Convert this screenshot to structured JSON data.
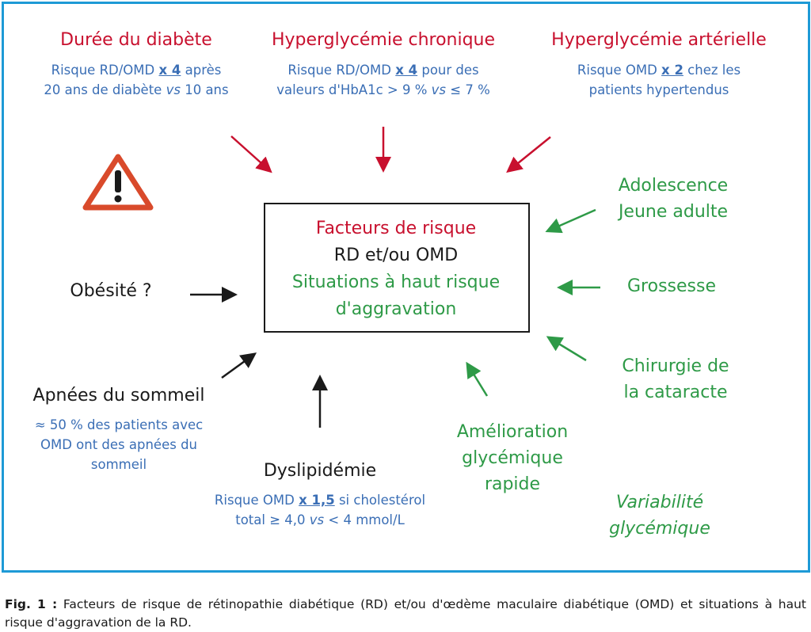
{
  "top": [
    {
      "title": "Durée du diabète",
      "lines": [
        "Risque RD/OMD ",
        "x 4",
        " après",
        "20 ans de diabète ",
        "vs",
        " 10 ans"
      ]
    },
    {
      "title": "Hyperglycémie chronique",
      "lines": [
        "Risque RD/OMD ",
        "x 4",
        " pour des",
        "valeurs d'HbA1c > 9 % ",
        "vs",
        " ≤ 7 %"
      ]
    },
    {
      "title": "Hyperglycémie artérielle",
      "lines": [
        "Risque OMD ",
        "x 2",
        " chez les",
        "patients hypertendus"
      ]
    }
  ],
  "center": {
    "line1": "Facteurs de risque",
    "line2": "RD et/ou OMD",
    "line3": "Situations à haut risque",
    "line4": "d'aggravation"
  },
  "right": {
    "adolescence": "Adolescence",
    "young_adult": "Jeune adulte",
    "pregnancy": "Grossesse",
    "cataract1": "Chirurgie de",
    "cataract2": "la cataracte",
    "variability1": "Variabilité",
    "variability2": "glycémique"
  },
  "bottom": {
    "improvement": [
      "Amélioration",
      "glycémique",
      "rapide"
    ],
    "dyslipidemia": {
      "title": "Dyslipidémie",
      "l1a": "Risque OMD ",
      "l1b": "x 1,5",
      "l1c": " si cholestérol",
      "l2a": "total ≥ 4,0 ",
      "l2b": "vs",
      "l2c": " < 4 mmol/L"
    },
    "apnea": {
      "title": "Apnées du sommeil",
      "lines": [
        "≈ 50 % des patients avec",
        "OMD ont des apnées du",
        "sommeil"
      ]
    }
  },
  "left": {
    "obesity": "Obésité ?"
  },
  "caption": {
    "label": "Fig. 1 :",
    "text": " Facteurs de risque de rétinopathie diabétique (RD) et/ou d'œdème maculaire diabétique (OMD) et situations à haut risque d'aggravation de la RD."
  },
  "colors": {
    "red": "#c8102e",
    "blue": "#3a6eb5",
    "green": "#2e9a47",
    "frame": "#1e9ad6"
  }
}
